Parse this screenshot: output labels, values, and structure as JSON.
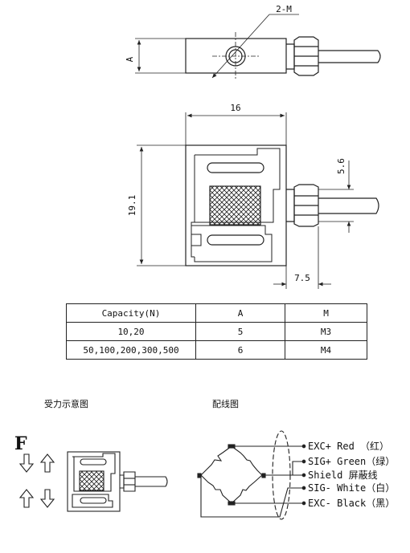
{
  "top_view": {
    "thread_label": "2-M",
    "height_label": "A"
  },
  "front_view": {
    "width_label": "16",
    "height_label": "19.1",
    "cable_offset_label": "5.6",
    "cable_depth_label": "7.5"
  },
  "spec_table": {
    "headers": [
      "Capacity(N)",
      "A",
      "M"
    ],
    "rows": [
      [
        "10,20",
        "5",
        "M3"
      ],
      [
        "50,100,200,300,500",
        "6",
        "M4"
      ]
    ]
  },
  "force_diagram": {
    "title": "受力示意图",
    "force_label": "F"
  },
  "wiring_diagram": {
    "title": "配线图",
    "wires": [
      {
        "text": "EXC+ Red  （红）"
      },
      {
        "text": "SIG+ Green（绿）"
      },
      {
        "text": "Shield   屏蔽线"
      },
      {
        "text": "SIG- White（白）"
      },
      {
        "text": "EXC- Black（黑）"
      }
    ]
  }
}
